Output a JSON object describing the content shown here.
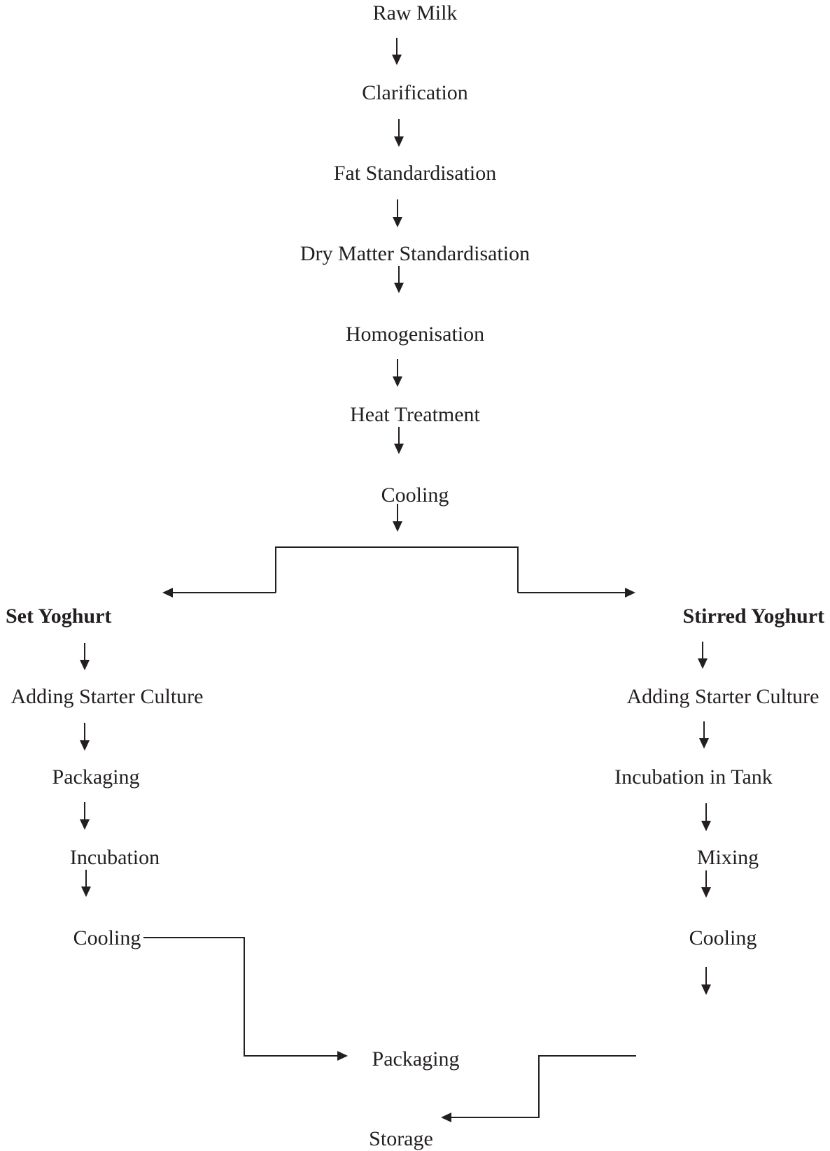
{
  "main_flow": [
    "Raw Milk",
    "Clarification",
    "Fat Standardisation",
    "Dry Matter Standardisation",
    "Homogenisation",
    "Heat Treatment",
    "Cooling"
  ],
  "set_branch": {
    "title": "Set Yoghurt",
    "steps": [
      "Adding Starter Culture",
      "Packaging",
      "Incubation",
      "Cooling"
    ]
  },
  "stirred_branch": {
    "title": "Stirred Yoghurt",
    "steps": [
      "Adding Starter Culture",
      "Incubation in Tank",
      "Mixing",
      "Cooling"
    ]
  },
  "final_steps": {
    "packaging": "Packaging",
    "storage": "Storage"
  },
  "colors": {
    "ink": "#231f20",
    "background": "#ffffff"
  }
}
